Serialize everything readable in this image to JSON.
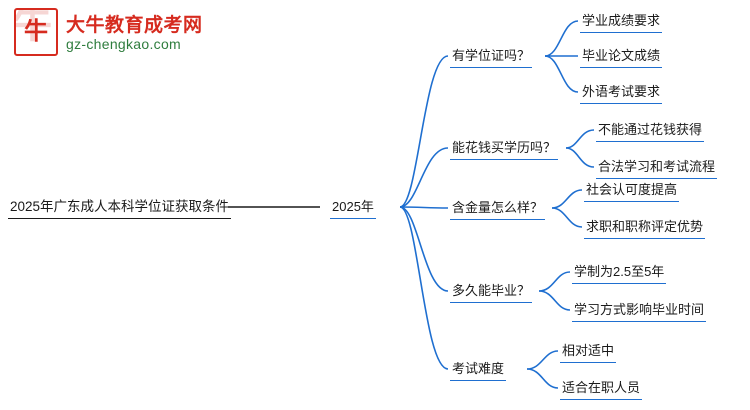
{
  "logo": {
    "mark_char": "牛",
    "ghost_char": "牛",
    "title": "大牛教育成考网",
    "subtitle": "gz-chengkao.com",
    "brand_color": "#d62b1f",
    "sub_color": "#2f7d3e"
  },
  "diagram": {
    "line_color": "#1f6fd0",
    "root_line_color": "#1a1a1a",
    "root": "2025年广东成人本科学位证获取条件",
    "center": "2025年",
    "branches": [
      {
        "label": "有学位证吗？",
        "children": [
          "学业成绩要求",
          "毕业论文成绩",
          "外语考试要求"
        ]
      },
      {
        "label": "能花钱买学历吗？",
        "children": [
          "不能通过花钱获得",
          "合法学习和考试流程"
        ]
      },
      {
        "label": "含金量怎么样？",
        "children": [
          "社会认可度提高",
          "求职和职称评定优势"
        ]
      },
      {
        "label": "多久能毕业？",
        "children": [
          "学制为2.5至5年",
          "学习方式影响毕业时间"
        ]
      },
      {
        "label": "考试难度",
        "children": [
          "相对适中",
          "适合在职人员"
        ]
      }
    ]
  }
}
